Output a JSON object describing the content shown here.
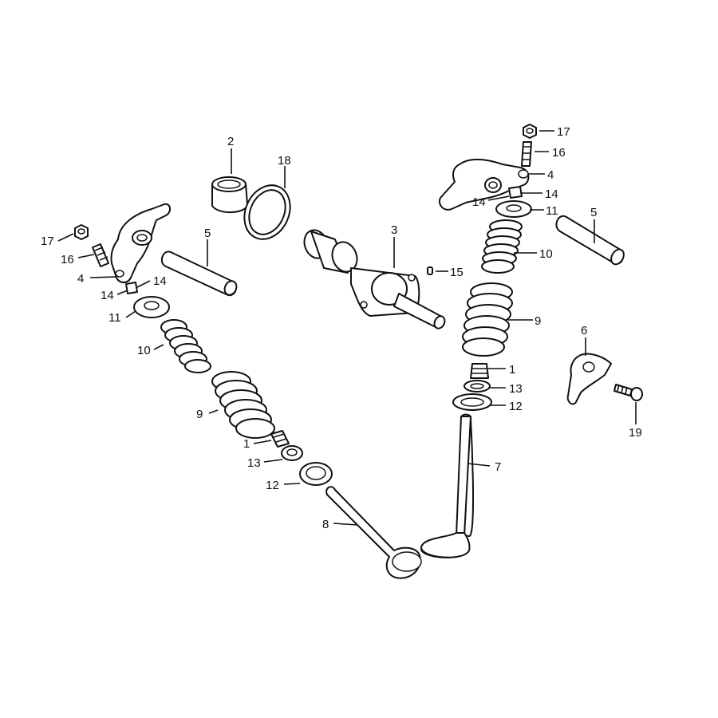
{
  "diagram": {
    "highlight_color": "#f0401e",
    "line_color": "#111111",
    "background": "#ffffff",
    "highlighted_part": "7",
    "callouts": [
      {
        "id": "c17a",
        "text": "17"
      },
      {
        "id": "c16a",
        "text": "16"
      },
      {
        "id": "c4a",
        "text": "4"
      },
      {
        "id": "c14a",
        "text": "14"
      },
      {
        "id": "c14b",
        "text": "14"
      },
      {
        "id": "c11a",
        "text": "11"
      },
      {
        "id": "c10a",
        "text": "10"
      },
      {
        "id": "c9a",
        "text": "9"
      },
      {
        "id": "c1a",
        "text": "1"
      },
      {
        "id": "c13a",
        "text": "13"
      },
      {
        "id": "c12a",
        "text": "12"
      },
      {
        "id": "c8",
        "text": "8"
      },
      {
        "id": "c2",
        "text": "2"
      },
      {
        "id": "c18",
        "text": "18"
      },
      {
        "id": "c5a",
        "text": "5"
      },
      {
        "id": "c3",
        "text": "3"
      },
      {
        "id": "c15",
        "text": "15"
      },
      {
        "id": "c17b",
        "text": "17"
      },
      {
        "id": "c16b",
        "text": "16"
      },
      {
        "id": "c4b",
        "text": "4"
      },
      {
        "id": "c14c",
        "text": "14"
      },
      {
        "id": "c14d",
        "text": "14"
      },
      {
        "id": "c11b",
        "text": "11"
      },
      {
        "id": "c5b",
        "text": "5"
      },
      {
        "id": "c10b",
        "text": "10"
      },
      {
        "id": "c9b",
        "text": "9"
      },
      {
        "id": "c1b",
        "text": "1"
      },
      {
        "id": "c13b",
        "text": "13"
      },
      {
        "id": "c12b",
        "text": "12"
      },
      {
        "id": "c7",
        "text": "7"
      },
      {
        "id": "c6",
        "text": "6"
      },
      {
        "id": "c19",
        "text": "19"
      }
    ]
  }
}
